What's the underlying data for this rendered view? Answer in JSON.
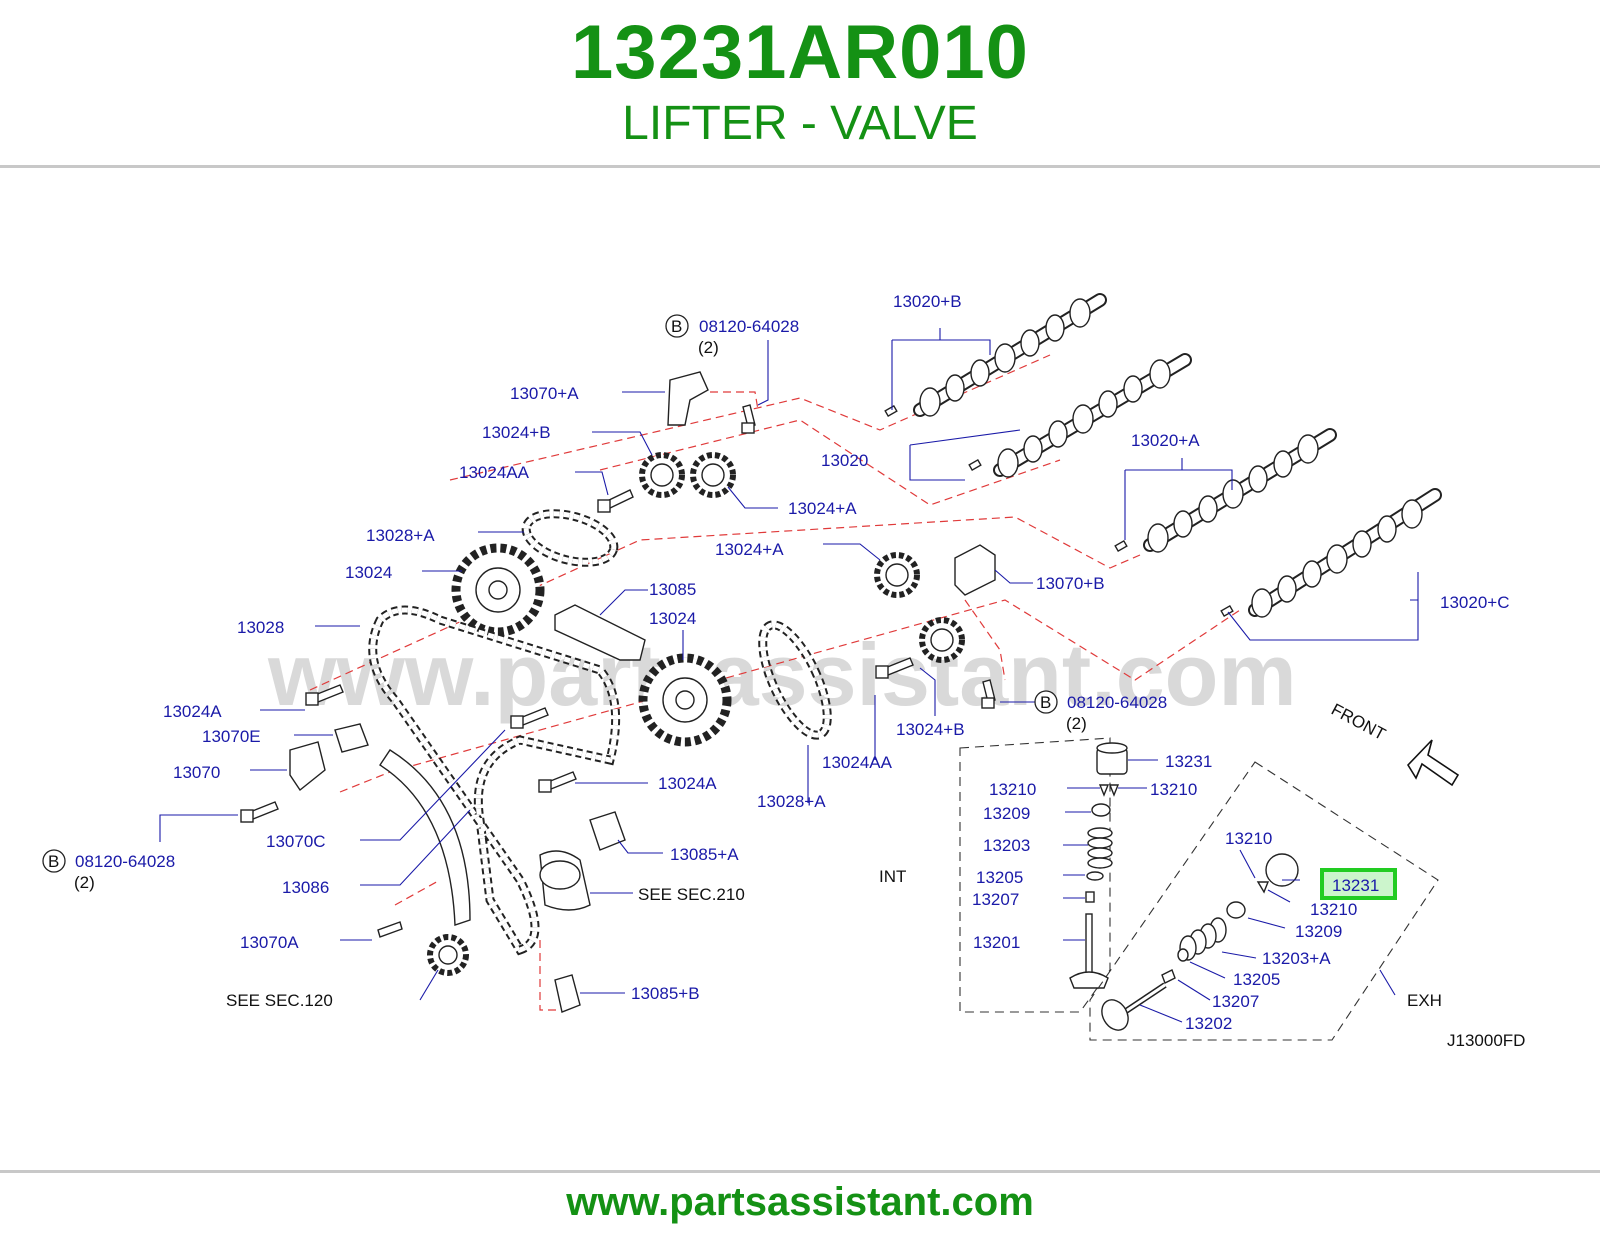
{
  "header": {
    "part_number": "13231AR010",
    "part_name": "LIFTER - VALVE"
  },
  "watermark": "www.partsassistant.com",
  "footer": {
    "url": "www.partsassistant.com"
  },
  "colors": {
    "title_green": "#149114",
    "label_blue": "#1a1aa8",
    "highlight_green": "#22cc22",
    "leader_red": "#e03a3a"
  },
  "diagram": {
    "code": "J13000FD",
    "front_label": "FRONT",
    "labels": {
      "l_13020_b": "13020+B",
      "l_bolt_top": "08120-64028",
      "l_bolt_top_qty": "(2)",
      "l_13070_a": "13070+A",
      "l_13024_b_top": "13024+B",
      "l_13024aa_top": "13024AA",
      "l_13020": "13020",
      "l_13024_a_top": "13024+A",
      "l_13020_a": "13020+A",
      "l_13028_a_top": "13028+A",
      "l_13024_left": "13024",
      "l_13024_a_mid": "13024+A",
      "l_13085": "13085",
      "l_13070_b": "13070+B",
      "l_13024_mid": "13024",
      "l_13028": "13028",
      "l_13020_c": "13020+C",
      "l_13024a_left": "13024A",
      "l_bolt_right": "08120-64028",
      "l_bolt_right_qty": "(2)",
      "l_13070e": "13070E",
      "l_13024_b_right": "13024+B",
      "l_13024aa_bot": "13024AA",
      "l_13070": "13070",
      "l_13024a_mid": "13024A",
      "l_13028_a_bot": "13028+A",
      "l_bolt_left": "08120-64028",
      "l_bolt_left_qty": "(2)",
      "l_13070c": "13070C",
      "l_13085_a": "13085+A",
      "l_13086": "13086",
      "l_see_210": "SEE   SEC.210",
      "l_13070a": "13070A",
      "l_see_120": "SEE   SEC.120",
      "l_13085_b": "13085+B",
      "int": {
        "title": "INT",
        "l_13231": "13231",
        "l_13210_left": "13210",
        "l_13210_right": "13210",
        "l_13209": "13209",
        "l_13203": "13203",
        "l_13205": "13205",
        "l_13207": "13207",
        "l_13201": "13201"
      },
      "exh": {
        "title": "EXH",
        "l_13210_top": "13210",
        "l_13231": "13231",
        "l_13210": "13210",
        "l_13209": "13209",
        "l_13203_a": "13203+A",
        "l_13205": "13205",
        "l_13207": "13207",
        "l_13202": "13202"
      },
      "circle_b": "B"
    }
  }
}
